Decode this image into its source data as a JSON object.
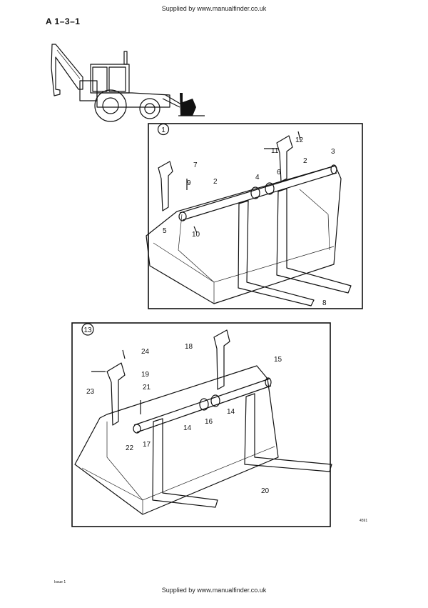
{
  "header": {
    "supplied_by": "Supplied by www.manualfinder.co.uk",
    "page_ref": "A 1–3–1"
  },
  "figure_1": {
    "index": "1",
    "callouts": [
      "12",
      "3",
      "11",
      "7",
      "2",
      "6",
      "2",
      "4",
      "9",
      "5",
      "10",
      "8"
    ]
  },
  "figure_13": {
    "index": "13",
    "callouts": [
      "24",
      "18",
      "15",
      "19",
      "23",
      "21",
      "14",
      "16",
      "14",
      "22",
      "17",
      "20"
    ]
  },
  "footer": {
    "drawing_number": "4591",
    "issue": "Issue 1",
    "supplied_by": "Supplied by www.manualfinder.co.uk"
  }
}
